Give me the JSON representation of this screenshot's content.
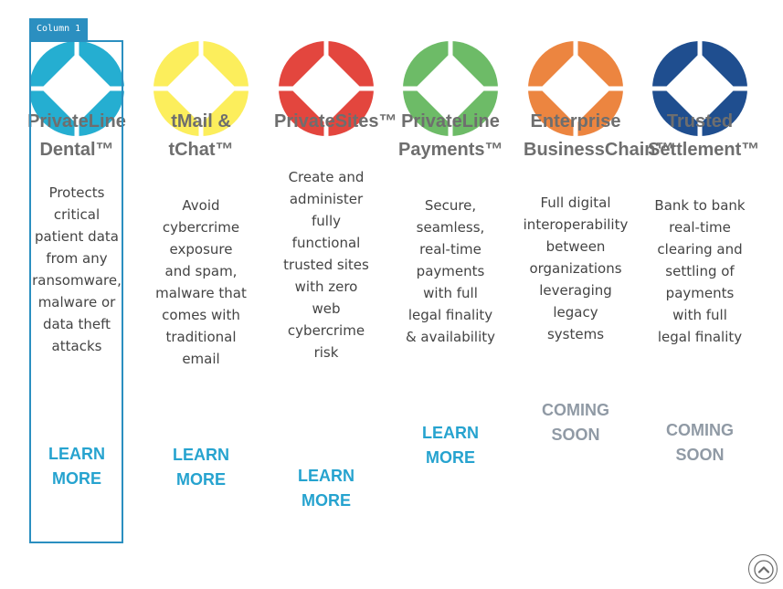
{
  "editor": {
    "column_label": "Column 1"
  },
  "columns": [
    {
      "title": [
        "PrivateLine",
        "Dental™"
      ],
      "description": [
        "Protects",
        "critical",
        "patient data",
        "from any",
        "ransomware,",
        "malware or",
        "data theft",
        "attacks"
      ],
      "cta": [
        "LEARN",
        "MORE"
      ],
      "cta_type": "link",
      "color": "#25aed1"
    },
    {
      "title": [
        "tMail &",
        "tChat™"
      ],
      "description": [
        "Avoid",
        "cybercrime",
        "exposure",
        "and spam,",
        "malware that",
        "comes with",
        "traditional",
        "email"
      ],
      "cta": [
        "LEARN",
        "MORE"
      ],
      "cta_type": "link",
      "color": "#fcee5c"
    },
    {
      "title": [
        "PrivateSites™"
      ],
      "description": [
        "Create and",
        "administer",
        "fully",
        "functional",
        "trusted sites",
        "with zero",
        "web",
        "cybercrime",
        "risk"
      ],
      "cta": [
        "LEARN",
        "MORE"
      ],
      "cta_type": "link",
      "color": "#e3463e"
    },
    {
      "title": [
        "PrivateLine",
        "Payments™"
      ],
      "description": [
        "Secure,",
        "seamless,",
        "real-time",
        "payments",
        "with full",
        "legal finality",
        "& availability"
      ],
      "cta": [
        "LEARN",
        "MORE"
      ],
      "cta_type": "link",
      "color": "#6dbb67"
    },
    {
      "title": [
        "Enterprise",
        "BusinessChain™"
      ],
      "description": [
        "Full digital",
        "interoperability",
        "between",
        "organizations",
        "leveraging",
        "legacy",
        "systems"
      ],
      "cta": [
        "COMING",
        "SOON"
      ],
      "cta_type": "status",
      "color": "#ec8540"
    },
    {
      "title": [
        "Trusted",
        "Settlement™"
      ],
      "description": [
        "Bank to bank",
        "real-time",
        "clearing and",
        "settling of",
        "payments",
        "with full",
        "legal finality"
      ],
      "cta": [
        "COMING",
        "SOON"
      ],
      "cta_type": "status",
      "color": "#1f4e8f"
    }
  ],
  "icons": {
    "logo": "quadrant-circle-icon",
    "scroll_top": "chevron-up-icon"
  }
}
